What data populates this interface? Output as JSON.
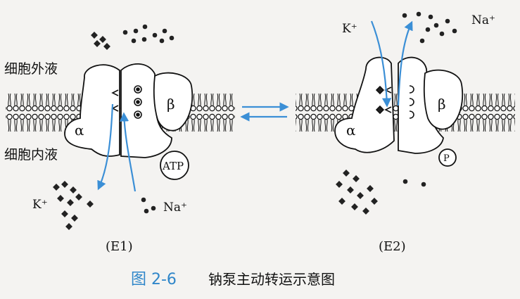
{
  "labels": {
    "outside": "细胞外液",
    "inside": "细胞内液",
    "alpha": "α",
    "beta": "β",
    "atp": "ATP",
    "phosphate": "P",
    "k_plus": "K⁺",
    "na_plus": "Na⁺",
    "state_e1": "(E1)",
    "state_e2": "(E2)"
  },
  "caption": {
    "figure_number": "图 2-6",
    "title": "钠泵主动转运示意图"
  },
  "colors": {
    "arrow": "#3b8fd6",
    "caption_number": "#2f86c9",
    "ink": "#111111",
    "background": "#f4f3f1"
  }
}
